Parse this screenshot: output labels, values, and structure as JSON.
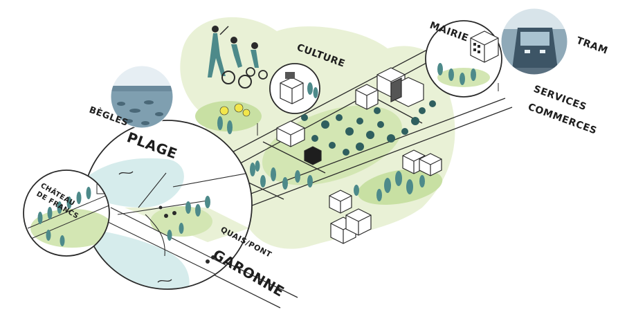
{
  "labels": {
    "culture": "CULTURE",
    "mairie": "MAIRIE",
    "tram": "TRAM",
    "services": "SERVICES",
    "commerces": "COMMERCES",
    "begles": "BÈGLES",
    "plage": "PLAGE",
    "chateau_line1": "CHÂTEAU",
    "chateau_line2": "DE FRANCS",
    "quais_pont": "QUAIS/PONT",
    "garonne": "GARONNE"
  },
  "colors": {
    "green_light": "#e9f1d6",
    "green_mid": "#d3e6b3",
    "green_dark": "#b7d58a",
    "water": "#d6ecec",
    "line": "#2a2a2a",
    "tree": "#4d8a8a",
    "yellow": "#f2e64b"
  }
}
